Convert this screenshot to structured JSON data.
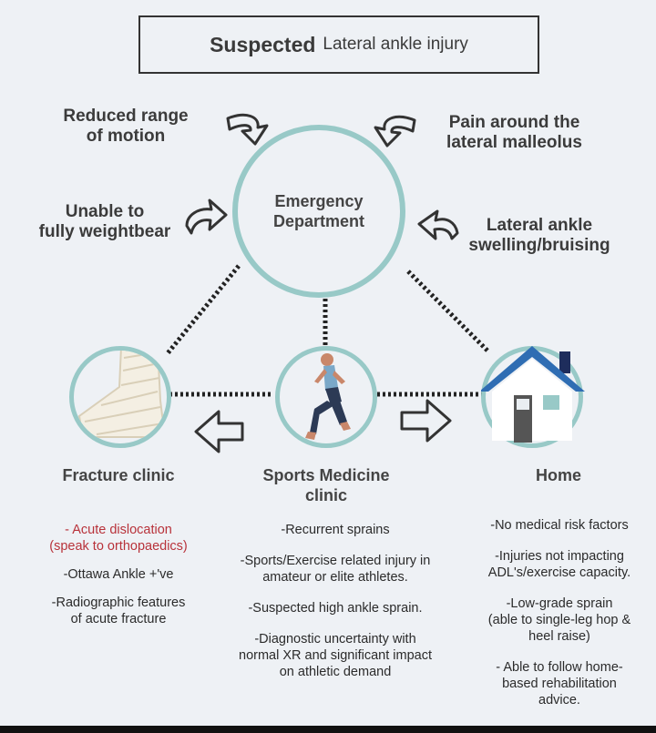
{
  "title": {
    "bold": "Suspected",
    "rest": "Lateral ankle injury"
  },
  "center": {
    "line1": "Emergency",
    "line2": "Department"
  },
  "symptoms": {
    "top_left": {
      "line1": "Reduced range",
      "line2": "of motion"
    },
    "mid_left": {
      "line1": "Unable to",
      "line2": "fully weightbear"
    },
    "top_right": {
      "line1": "Pain around the",
      "line2": "lateral malleolus"
    },
    "mid_right": {
      "line1": "Lateral ankle",
      "line2": "swelling/bruising"
    }
  },
  "nodes": {
    "fracture": {
      "label": "Fracture clinic",
      "icon": "cast-foot-icon"
    },
    "sports": {
      "line1": "Sports Medicine",
      "line2": "clinic",
      "icon": "runner-icon"
    },
    "home": {
      "label": "Home",
      "icon": "house-icon"
    }
  },
  "fracture_items": [
    {
      "line1": "- Acute dislocation",
      "line2": "(speak to orthopaedics)",
      "color": "#b8323a"
    },
    {
      "line1": "-Ottawa Ankle +'ve",
      "line2": ""
    },
    {
      "line1": "-Radiographic features",
      "line2": "of acute fracture"
    }
  ],
  "sports_items": [
    {
      "line1": "-Recurrent sprains",
      "line2": "",
      "line3": ""
    },
    {
      "line1": "-Sports/Exercise related injury in",
      "line2": "amateur or elite athletes.",
      "line3": ""
    },
    {
      "line1": "-Suspected high ankle sprain.",
      "line2": "",
      "line3": ""
    },
    {
      "line1": "-Diagnostic uncertainty with",
      "line2": "normal XR and significant impact",
      "line3": "on athletic demand"
    }
  ],
  "home_items": [
    {
      "line1": "-No medical risk factors",
      "line2": "",
      "line3": ""
    },
    {
      "line1": "-Injuries not impacting",
      "line2": "ADL's/exercise capacity.",
      "line3": ""
    },
    {
      "line1": "-Low-grade sprain",
      "line2": "(able to single-leg hop &",
      "line3": "heel raise)"
    },
    {
      "line1": "- Able to follow home-",
      "line2": "based rehabilitation",
      "line3": "advice."
    }
  ],
  "colors": {
    "teal": "#98c9c7",
    "house_blue": "#2f6db3",
    "red": "#b8323a",
    "text": "#3b3b3b"
  }
}
